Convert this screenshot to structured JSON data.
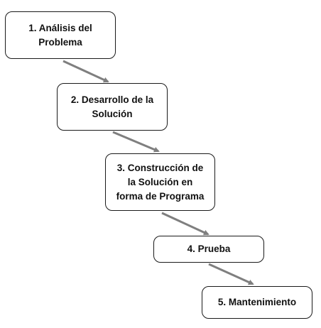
{
  "diagram": {
    "steps": [
      {
        "label": "1. Análisis del\nProblema"
      },
      {
        "label": "2. Desarrollo de la\nSolución"
      },
      {
        "label": "3. Construcción de\nla Solución en\nforma de Programa"
      },
      {
        "label": "4. Prueba"
      },
      {
        "label": "5. Mantenimiento"
      }
    ],
    "colors": {
      "box_border": "#1a1a1a",
      "box_fill": "#ffffff",
      "arrow": "#7f7f7f",
      "text": "#111111"
    }
  }
}
